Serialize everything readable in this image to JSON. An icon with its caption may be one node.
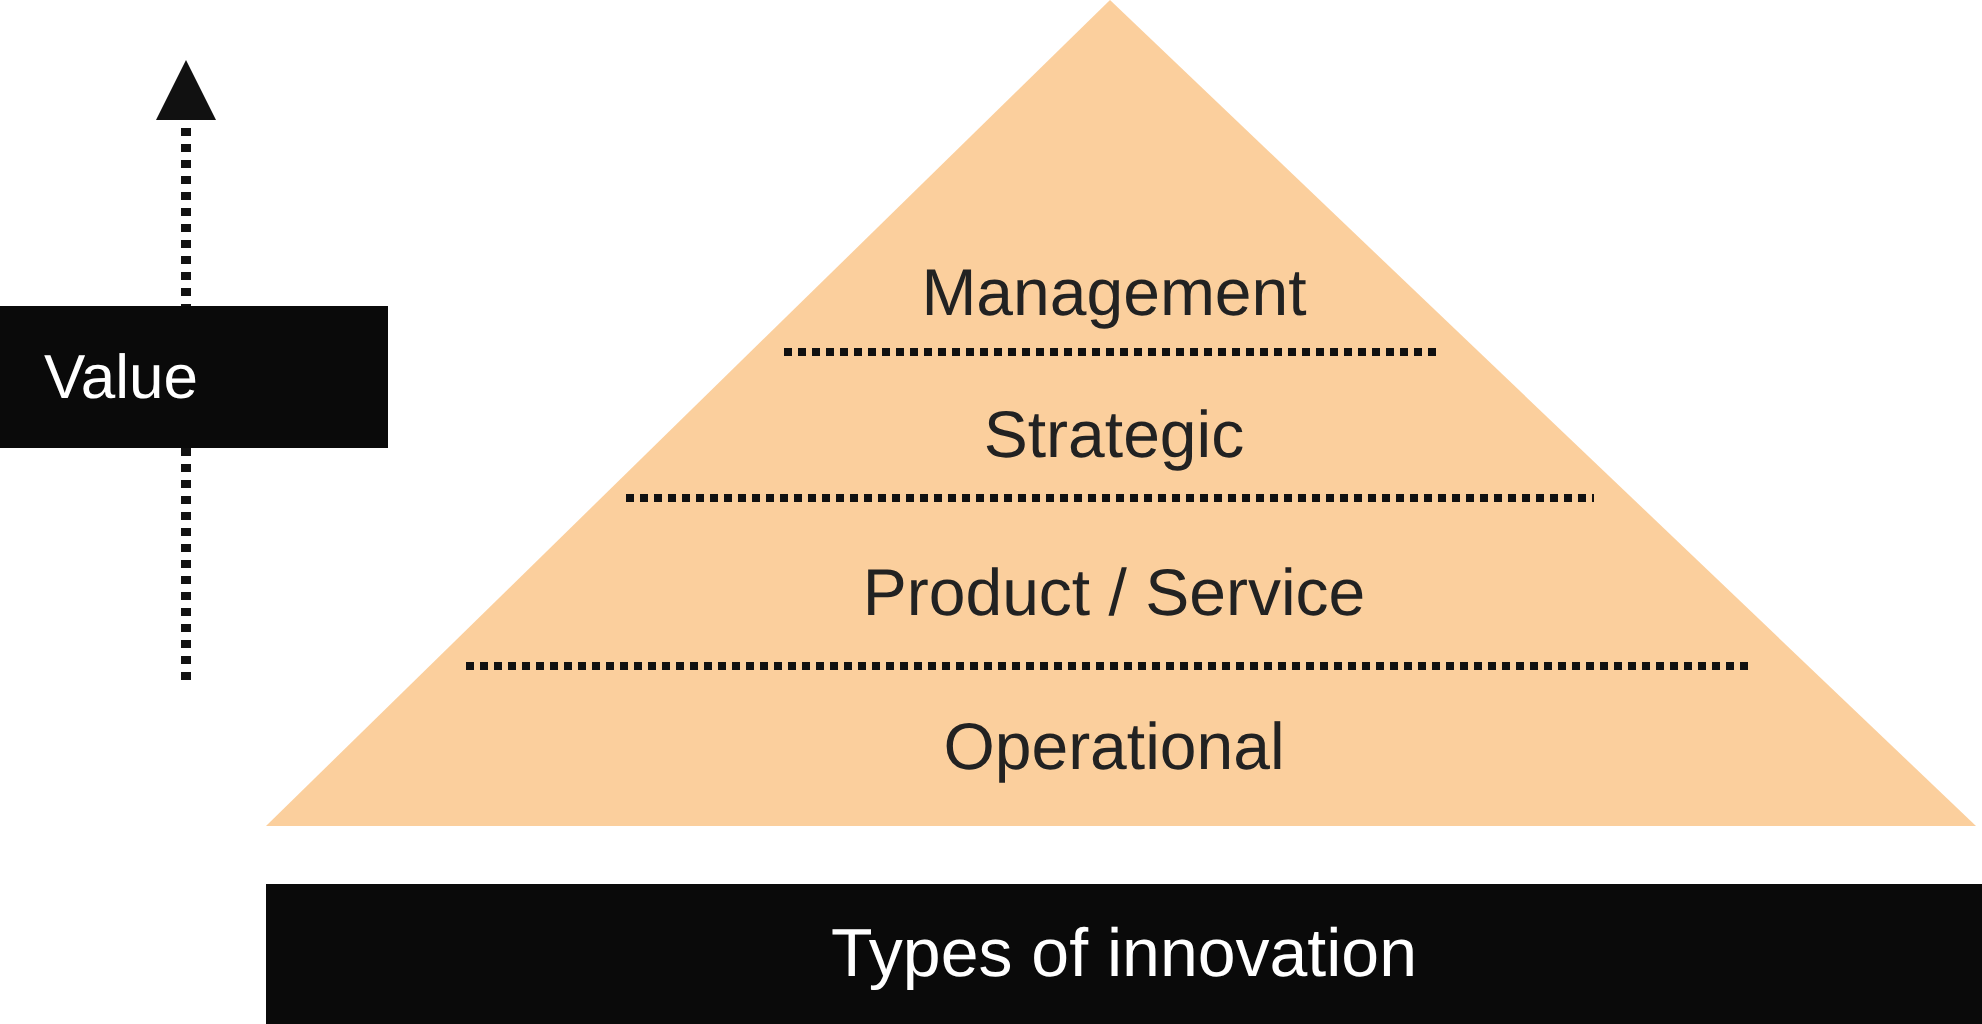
{
  "diagram": {
    "nodes": [
      {
        "text": [
          "Management",
          "Strategic",
          "Product / Service",
          "Operational"
        ]
      },
      {
        "text": [
          "Value"
        ]
      },
      {
        "text": [
          "Types of innovation"
        ]
      }
    ],
    "edges": []
  }
}
